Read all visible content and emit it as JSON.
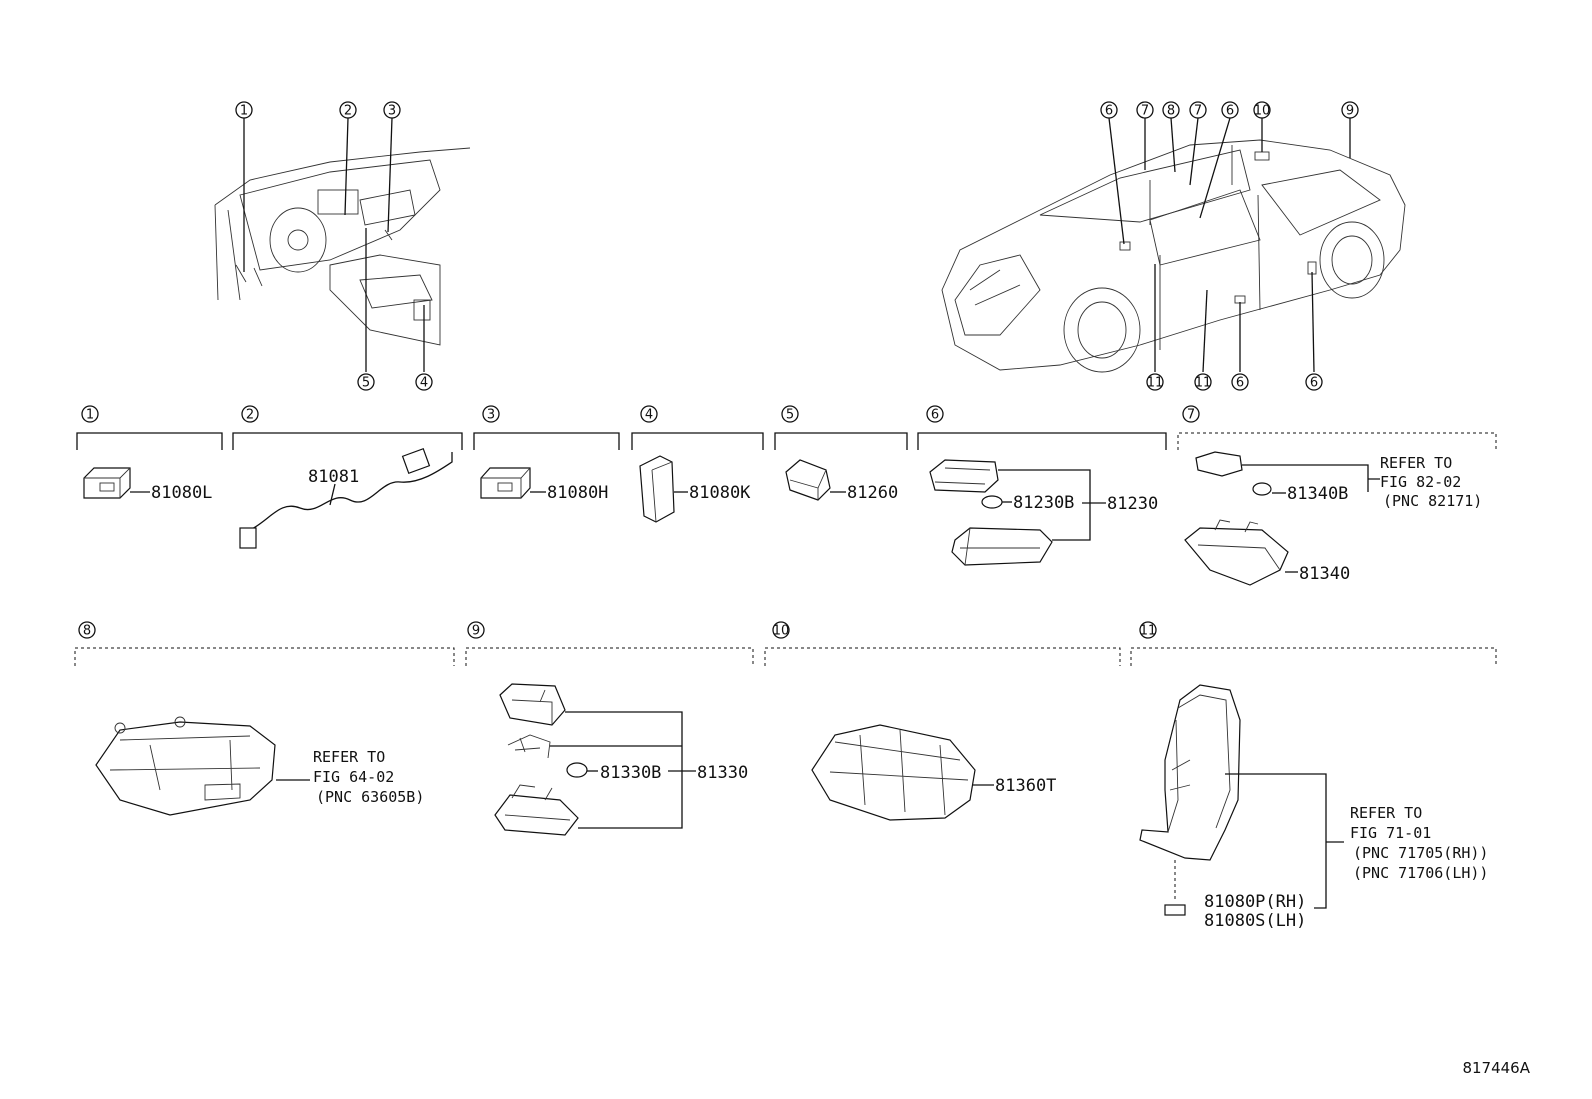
{
  "figure_id": "817446A",
  "callouts": {
    "c1": "1",
    "c2": "2",
    "c3": "3",
    "c4": "4",
    "c5": "5",
    "c6": "6",
    "c7": "7",
    "c8": "8",
    "c9": "9",
    "c10": "10",
    "c11": "11"
  },
  "sections": [
    {
      "callout": "1",
      "parts": [
        "81080L"
      ]
    },
    {
      "callout": "2",
      "parts": [
        "81081"
      ]
    },
    {
      "callout": "3",
      "parts": [
        "81080H"
      ]
    },
    {
      "callout": "4",
      "parts": [
        "81080K"
      ]
    },
    {
      "callout": "5",
      "parts": [
        "81260"
      ]
    },
    {
      "callout": "6",
      "parts": [
        "81230B",
        "81230"
      ]
    },
    {
      "callout": "7",
      "parts": [
        "81340B",
        "81340"
      ],
      "refer": [
        "REFER TO",
        "FIG 82-02",
        "(PNC 82171)"
      ]
    },
    {
      "callout": "8",
      "parts": [],
      "refer": [
        "REFER TO",
        "FIG 64-02",
        "(PNC 63605B)"
      ]
    },
    {
      "callout": "9",
      "parts": [
        "81330B",
        "81330"
      ]
    },
    {
      "callout": "10",
      "parts": [
        "81360T"
      ]
    },
    {
      "callout": "11",
      "parts": [
        "81080P(RH)",
        "81080S(LH)"
      ],
      "refer": [
        "REFER TO",
        "FIG 71-01",
        "(PNC 71705(RH))",
        "(PNC 71706(LH))"
      ]
    }
  ]
}
